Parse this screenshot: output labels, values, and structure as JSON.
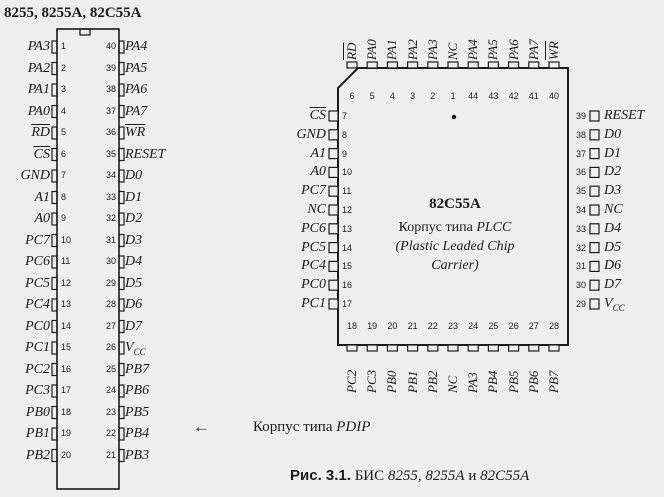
{
  "title": "8255, 8255A, 82C55A",
  "pdip": {
    "left_pins": [
      {
        "n": "1",
        "label": "PA3",
        "bar": false
      },
      {
        "n": "2",
        "label": "PA2",
        "bar": false
      },
      {
        "n": "3",
        "label": "PA1",
        "bar": false
      },
      {
        "n": "4",
        "label": "PA0",
        "bar": false
      },
      {
        "n": "5",
        "label": "RD",
        "bar": true
      },
      {
        "n": "6",
        "label": "CS",
        "bar": true
      },
      {
        "n": "7",
        "label": "GND",
        "bar": false
      },
      {
        "n": "8",
        "label": "A1",
        "bar": false
      },
      {
        "n": "9",
        "label": "A0",
        "bar": false
      },
      {
        "n": "10",
        "label": "PC7",
        "bar": false
      },
      {
        "n": "11",
        "label": "PC6",
        "bar": false
      },
      {
        "n": "12",
        "label": "PC5",
        "bar": false
      },
      {
        "n": "13",
        "label": "PC4",
        "bar": false
      },
      {
        "n": "14",
        "label": "PC0",
        "bar": false
      },
      {
        "n": "15",
        "label": "PC1",
        "bar": false
      },
      {
        "n": "16",
        "label": "PC2",
        "bar": false
      },
      {
        "n": "17",
        "label": "PC3",
        "bar": false
      },
      {
        "n": "18",
        "label": "PB0",
        "bar": false
      },
      {
        "n": "19",
        "label": "PB1",
        "bar": false
      },
      {
        "n": "20",
        "label": "PB2",
        "bar": false
      }
    ],
    "right_pins": [
      {
        "n": "40",
        "label": "PA4",
        "bar": false
      },
      {
        "n": "39",
        "label": "PA5",
        "bar": false
      },
      {
        "n": "38",
        "label": "PA6",
        "bar": false
      },
      {
        "n": "37",
        "label": "PA7",
        "bar": false
      },
      {
        "n": "36",
        "label": "WR",
        "bar": true
      },
      {
        "n": "35",
        "label": "RESET",
        "bar": false
      },
      {
        "n": "34",
        "label": "D0",
        "bar": false
      },
      {
        "n": "33",
        "label": "D1",
        "bar": false
      },
      {
        "n": "32",
        "label": "D2",
        "bar": false
      },
      {
        "n": "31",
        "label": "D3",
        "bar": false
      },
      {
        "n": "30",
        "label": "D4",
        "bar": false
      },
      {
        "n": "29",
        "label": "D5",
        "bar": false
      },
      {
        "n": "28",
        "label": "D6",
        "bar": false
      },
      {
        "n": "27",
        "label": "D7",
        "bar": false
      },
      {
        "n": "26",
        "label": "VCC",
        "bar": false
      },
      {
        "n": "25",
        "label": "PB7",
        "bar": false
      },
      {
        "n": "24",
        "label": "PB6",
        "bar": false
      },
      {
        "n": "23",
        "label": "PB5",
        "bar": false
      },
      {
        "n": "22",
        "label": "PB4",
        "bar": false
      },
      {
        "n": "21",
        "label": "PB3",
        "bar": false
      }
    ]
  },
  "plcc": {
    "chip_name": "82C55A",
    "package_line1": "Корпус типа PLCC",
    "package_line2": "(Plastic Leaded Chip",
    "package_line3": "Carrier)",
    "top_pins": [
      {
        "n": "6",
        "label": "RD",
        "bar": true
      },
      {
        "n": "5",
        "label": "PA0",
        "bar": false
      },
      {
        "n": "4",
        "label": "PA1",
        "bar": false
      },
      {
        "n": "3",
        "label": "PA2",
        "bar": false
      },
      {
        "n": "2",
        "label": "PA3",
        "bar": false
      },
      {
        "n": "1",
        "label": "NC",
        "bar": false
      },
      {
        "n": "44",
        "label": "PA4",
        "bar": false
      },
      {
        "n": "43",
        "label": "PA5",
        "bar": false
      },
      {
        "n": "42",
        "label": "PA6",
        "bar": false
      },
      {
        "n": "41",
        "label": "PA7",
        "bar": false
      },
      {
        "n": "40",
        "label": "WR",
        "bar": true
      }
    ],
    "left_pins": [
      {
        "n": "7",
        "label": "CS",
        "bar": true
      },
      {
        "n": "8",
        "label": "GND",
        "bar": false
      },
      {
        "n": "9",
        "label": "A1",
        "bar": false
      },
      {
        "n": "10",
        "label": "A0",
        "bar": false
      },
      {
        "n": "11",
        "label": "PC7",
        "bar": false
      },
      {
        "n": "12",
        "label": "NC",
        "bar": false
      },
      {
        "n": "13",
        "label": "PC6",
        "bar": false
      },
      {
        "n": "14",
        "label": "PC5",
        "bar": false
      },
      {
        "n": "15",
        "label": "PC4",
        "bar": false
      },
      {
        "n": "16",
        "label": "PC0",
        "bar": false
      },
      {
        "n": "17",
        "label": "PC1",
        "bar": false
      }
    ],
    "right_pins": [
      {
        "n": "39",
        "label": "RESET",
        "bar": false
      },
      {
        "n": "38",
        "label": "D0",
        "bar": false
      },
      {
        "n": "37",
        "label": "D1",
        "bar": false
      },
      {
        "n": "36",
        "label": "D2",
        "bar": false
      },
      {
        "n": "35",
        "label": "D3",
        "bar": false
      },
      {
        "n": "34",
        "label": "NC",
        "bar": false
      },
      {
        "n": "33",
        "label": "D4",
        "bar": false
      },
      {
        "n": "32",
        "label": "D5",
        "bar": false
      },
      {
        "n": "31",
        "label": "D6",
        "bar": false
      },
      {
        "n": "30",
        "label": "D7",
        "bar": false
      },
      {
        "n": "29",
        "label": "VCC",
        "bar": false
      }
    ],
    "bottom_pins": [
      {
        "n": "18",
        "label": "PC2",
        "bar": false
      },
      {
        "n": "19",
        "label": "PC3",
        "bar": false
      },
      {
        "n": "20",
        "label": "PB0",
        "bar": false
      },
      {
        "n": "21",
        "label": "PB1",
        "bar": false
      },
      {
        "n": "22",
        "label": "PB2",
        "bar": false
      },
      {
        "n": "23",
        "label": "NC",
        "bar": false
      },
      {
        "n": "24",
        "label": "PA3",
        "bar": false
      },
      {
        "n": "25",
        "label": "PB4",
        "bar": false
      },
      {
        "n": "26",
        "label": "PB5",
        "bar": false
      },
      {
        "n": "27",
        "label": "PB6",
        "bar": false
      },
      {
        "n": "28",
        "label": "PB7",
        "bar": false
      }
    ]
  },
  "arrow": "←",
  "pdip_label": "Корпус типа PDIP",
  "caption_prefix": "Рис. 3.1.",
  "caption_text": "БИС 8255, 8255A и 82C55A"
}
